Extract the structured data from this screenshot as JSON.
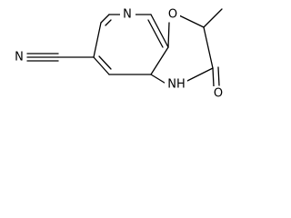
{
  "molecule": {
    "atoms": {
      "ring_n": "N",
      "ring_o": "O",
      "amide_nh": "NH",
      "carbonyl_o": "O",
      "nitrile_n": "N"
    }
  },
  "colors": {
    "bond": "#000000",
    "label": "#000000",
    "background": "#ffffff"
  }
}
